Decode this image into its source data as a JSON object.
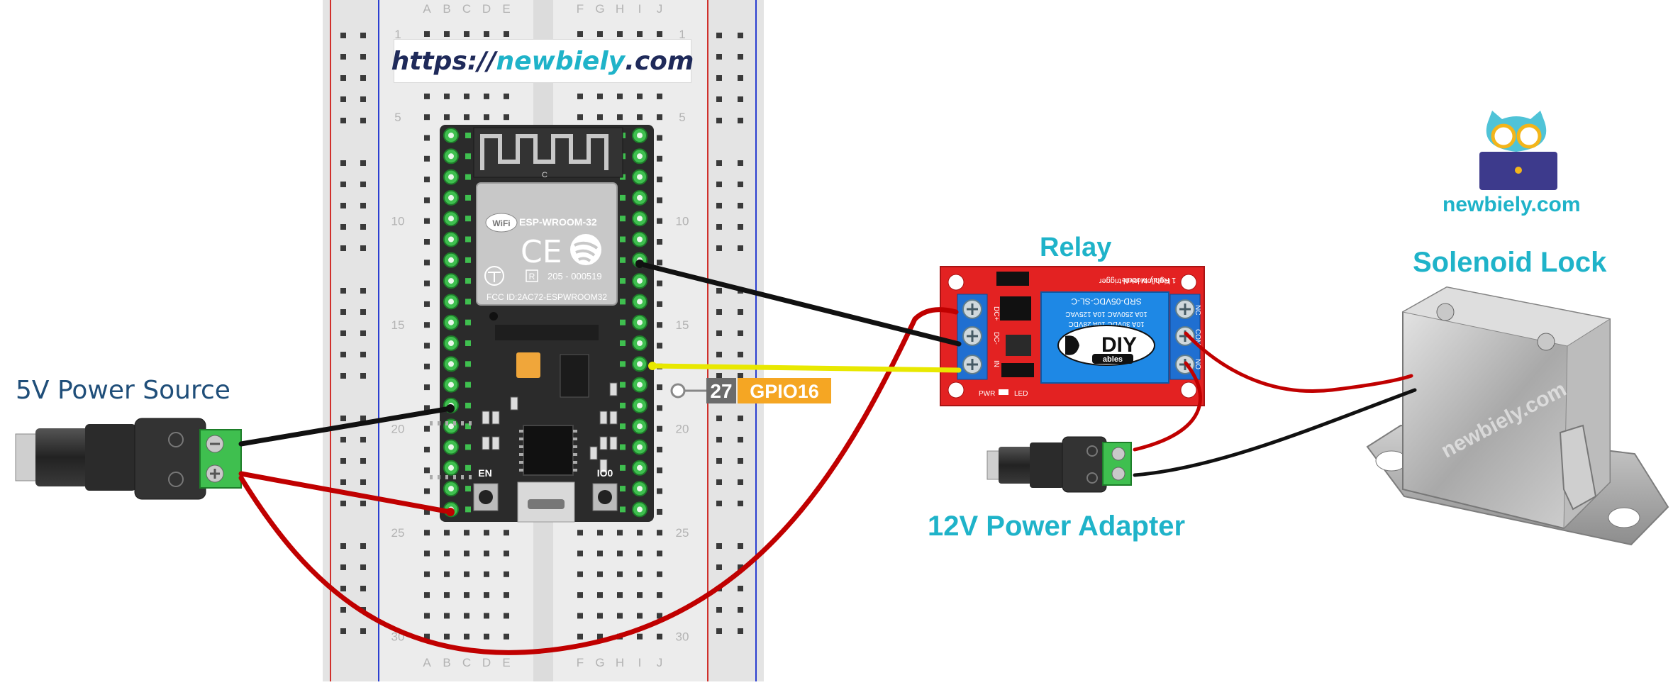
{
  "labels": {
    "url_prefix": "https://",
    "url_brand": "newbiely",
    "url_suffix": ".com",
    "power_source": "5V Power Source",
    "relay": "Relay",
    "solenoid": "Solenoid Lock",
    "adapter": "12V Power Adapter",
    "brand_logo_text": "newbiely.com",
    "pin_number": "27",
    "pin_name": "GPIO16",
    "watermark": "newbiely.com"
  },
  "esp32": {
    "module": "ESP-WROOM-32",
    "cert_id": "205 - 000519",
    "fcc": "FCC ID:2AC72-ESPWROOM32",
    "wifi": "WiFi",
    "ce": "CE",
    "r": "R",
    "btn_en": "EN",
    "btn_io0": "IO0",
    "chip_mark": "C"
  },
  "relay_module": {
    "brand_diy": "DIY",
    "brand_ables": "ables",
    "relay_model": "SRD-05VDC-SL-C",
    "rating_1": "10A 250VAC 10A 125VAC",
    "rating_2": "10A 30VDC 10A 28VDC",
    "title_1": "1 Relay Module",
    "title_2": "high/low level trigger",
    "pin_dc_plus": "DC+",
    "pin_dc_minus": "DC-",
    "pin_in": "IN",
    "pin_nc": "NC",
    "pin_com": "COM",
    "pin_no": "NO",
    "pwr": "PWR",
    "led": "LED"
  },
  "breadboard": {
    "cols_left": [
      "A",
      "B",
      "C",
      "D",
      "E"
    ],
    "cols_right": [
      "F",
      "G",
      "H",
      "I",
      "J"
    ],
    "row_numbers": [
      "1",
      "5",
      "10",
      "15",
      "20",
      "25",
      "30"
    ]
  },
  "colors": {
    "teal": "#1fb3c9",
    "dark_blue": "#1f4e79",
    "wire_red": "#c00000",
    "wire_black": "#111111",
    "wire_yellow": "#e8e800",
    "pin_orange": "#f5a623",
    "relay_red": "#e32222",
    "relay_blue": "#1e88e5"
  }
}
